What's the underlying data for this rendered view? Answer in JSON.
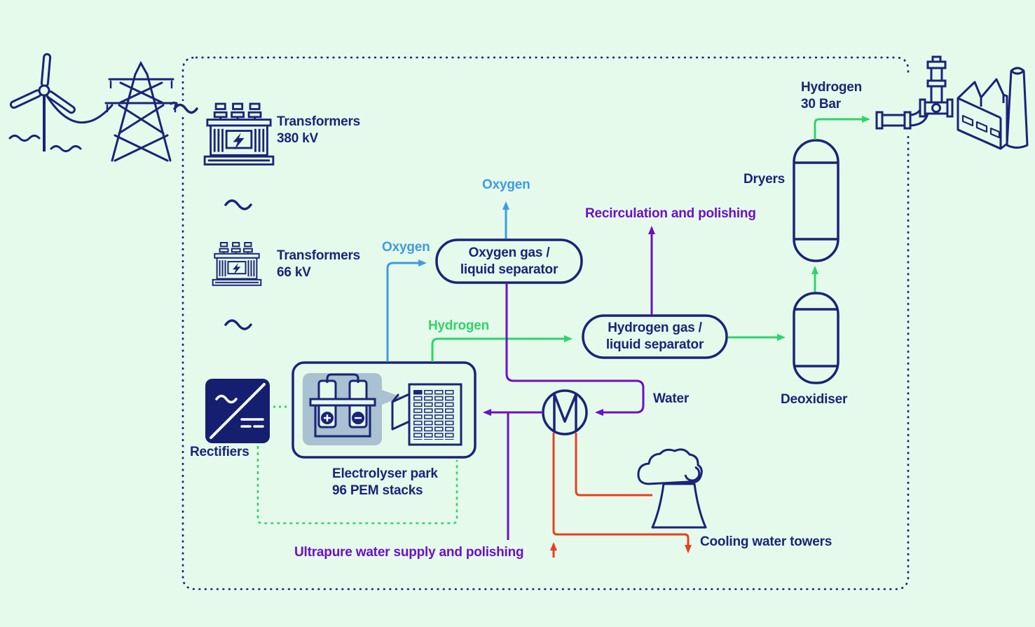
{
  "colors": {
    "background": "#e6faec",
    "navy": "#1a2478",
    "rectifier_fill": "#151f70",
    "oxygen_blue": "#3e9ce0",
    "hydrogen_green": "#2fd46a",
    "water_purple": "#6b10ca",
    "cooling_red": "#e84020",
    "panel_gray": "#a9c1d0"
  },
  "labels": {
    "transformers_380": {
      "l1": "Transformers",
      "l2": "380 kV"
    },
    "transformers_66": {
      "l1": "Transformers",
      "l2": "66 kV"
    },
    "oxygen_top": "Oxygen",
    "oxygen_left": "Oxygen",
    "hydrogen": "Hydrogen",
    "recirculation": "Recirculation and polishing",
    "oxygen_separator": {
      "l1": "Oxygen gas /",
      "l2": "liquid separator"
    },
    "hydrogen_separator": {
      "l1": "Hydrogen gas /",
      "l2": "liquid separator"
    },
    "dryers": "Dryers",
    "hydrogen_30bar": {
      "l1": "Hydrogen",
      "l2": "30 Bar"
    },
    "deoxidiser": "Deoxidiser",
    "water": "Water",
    "rectifiers": "Rectifiers",
    "electrolyser": {
      "l1": "Electrolyser park",
      "l2": "96 PEM stacks"
    },
    "ultrapure": "Ultrapure water supply and polishing",
    "cooling_towers": "Cooling water towers"
  },
  "icons": {
    "wind_turbine": "wind-turbine-icon",
    "transmission_tower": "transmission-tower-icon",
    "transformer": "transformer-icon",
    "ac_wave": "ac-tilde-icon",
    "rectifier": "rectifier-icon",
    "electrolysis_cell": "electrolysis-cell-icon",
    "pem_stack": "pem-stack-icon",
    "heat_exchanger": "heat-exchanger-icon",
    "cooling_tower": "cooling-tower-icon",
    "pipeline": "pipeline-icon",
    "factory": "factory-icon",
    "vessel": "process-vessel-icon"
  }
}
